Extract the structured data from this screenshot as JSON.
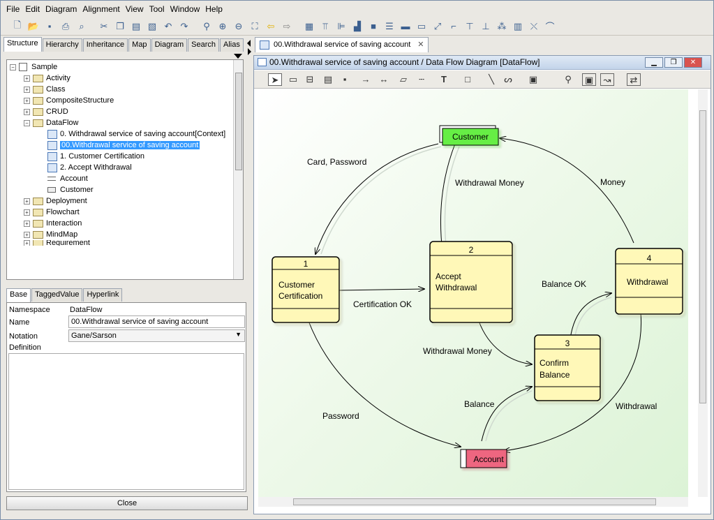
{
  "menu": [
    "File",
    "Edit",
    "Diagram",
    "Alignment",
    "View",
    "Tool",
    "Window",
    "Help"
  ],
  "left_tabs": [
    "Structure",
    "Hierarchy",
    "Inheritance",
    "Map",
    "Diagram",
    "Search",
    "Alias"
  ],
  "tree": {
    "root": "Sample",
    "items": [
      "Activity",
      "Class",
      "CompositeStructure",
      "CRUD",
      "DataFlow"
    ],
    "dataflow_children": [
      "0. Withdrawal service of saving account[Context]",
      "00.Withdrawal service of saving account",
      "1. Customer Certification",
      "2. Accept Withdrawal",
      "Account",
      "Customer"
    ],
    "after": [
      "Deployment",
      "Flowchart",
      "Interaction",
      "MindMap",
      "Requirement"
    ]
  },
  "prop_tabs": [
    "Base",
    "TaggedValue",
    "Hyperlink"
  ],
  "props": {
    "namespace_label": "Namespace",
    "namespace_value": "DataFlow",
    "name_label": "Name",
    "name_value": "00.Withdrawal service of saving account",
    "notation_label": "Notation",
    "notation_value": "Gane/Sarson",
    "definition_label": "Definition"
  },
  "close_label": "Close",
  "doc_tab": "00.Withdrawal service of saving account",
  "diagram_title": "00.Withdrawal service of saving account / Data Flow Diagram [DataFlow]",
  "diagram": {
    "customer": "Customer",
    "account": "Account",
    "p1_num": "1",
    "p1_l1": "Customer",
    "p1_l2": "Certification",
    "p2_num": "2",
    "p2_l1": "Accept",
    "p2_l2": "Withdrawal",
    "p3_num": "3",
    "p3_l1": "Confirm",
    "p3_l2": "Balance",
    "p4_num": "4",
    "p4_l1": "Withdrawal",
    "f_card": "Card, Password",
    "f_withdraw_money_1": "Withdrawal Money",
    "f_money": "Money",
    "f_cert_ok": "Certification OK",
    "f_balance_ok": "Balance OK",
    "f_withdraw_money_2": "Withdrawal Money",
    "f_balance": "Balance",
    "f_password": "Password",
    "f_withdrawal": "Withdrawal"
  },
  "colors": {
    "external": "#66ee44",
    "store": "#ee6680",
    "process": "#fff8b8",
    "selection": "#3399ff"
  }
}
